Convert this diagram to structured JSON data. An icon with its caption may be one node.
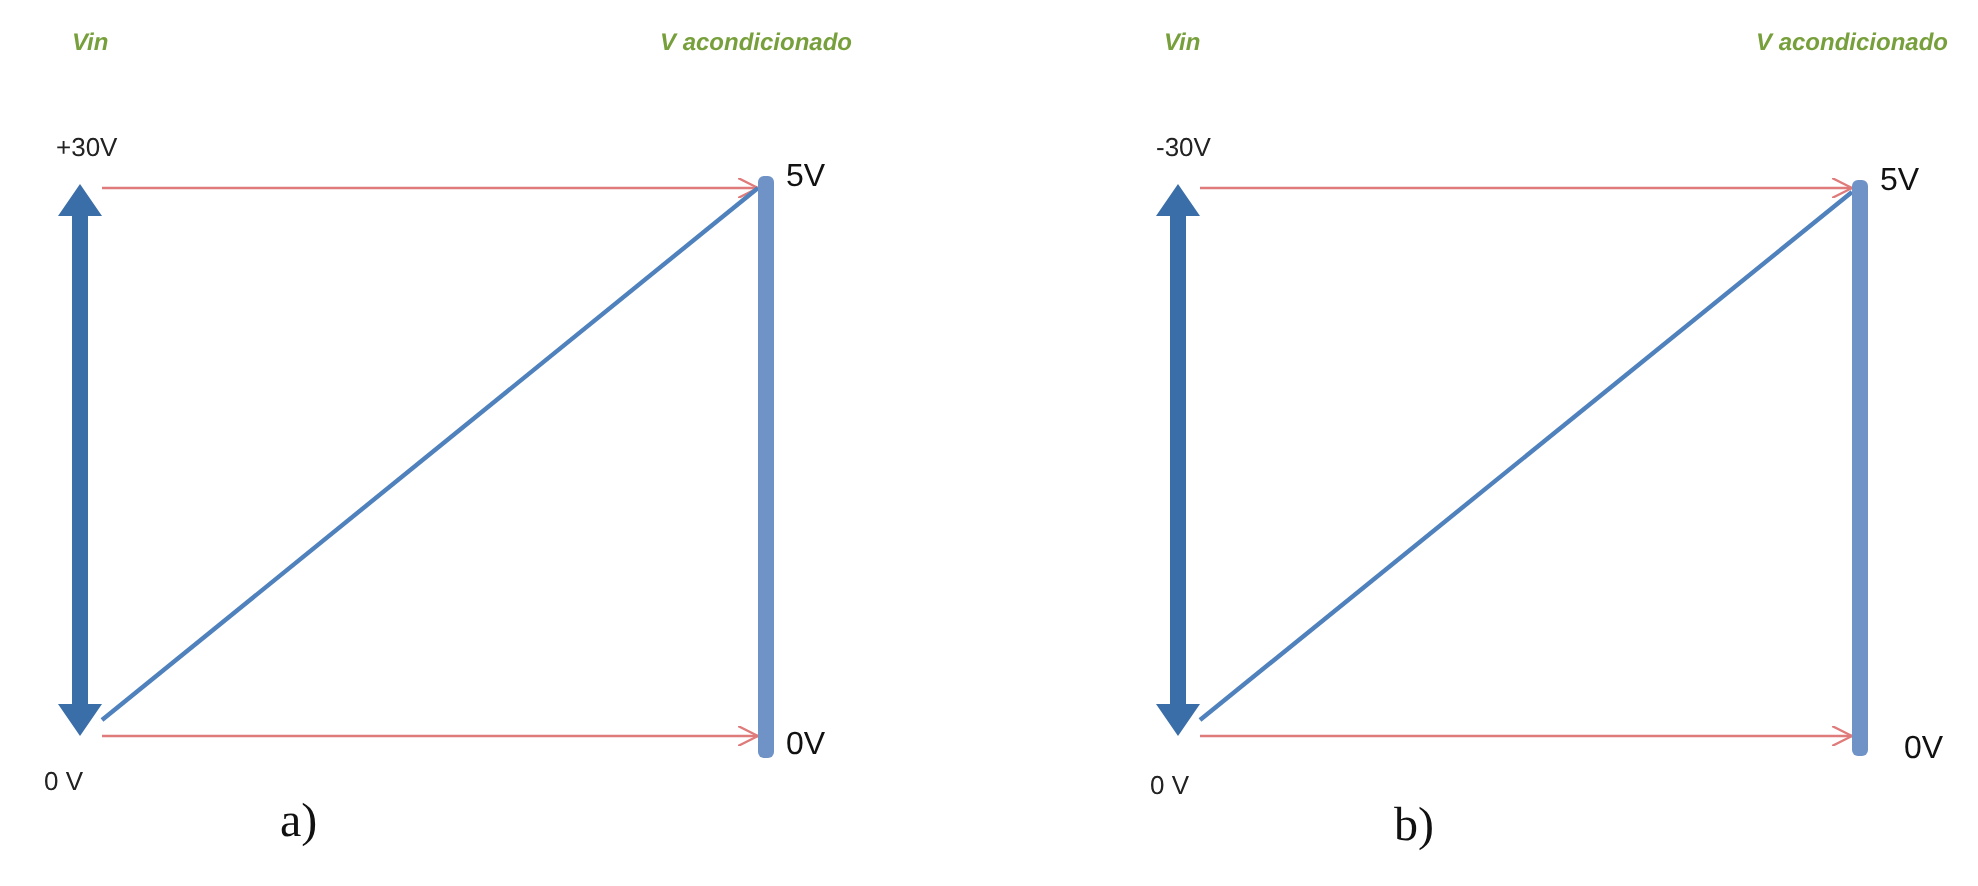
{
  "diagram": {
    "nodes": [
      {
        "text": [],
        "shape": "arrow"
      },
      {
        "text": [],
        "shape": "bar"
      },
      {
        "text": [],
        "shape": "arrow"
      },
      {
        "text": [],
        "shape": "bar"
      }
    ],
    "edges": [
      {
        "from": 0,
        "to": 1,
        "arrow": "to"
      },
      {
        "from": 0,
        "to": 1,
        "arrow": "none",
        "color": "#4f81bd"
      },
      {
        "from": 0,
        "to": 1,
        "arrow": "to"
      },
      {
        "from": 2,
        "to": 3,
        "arrow": "to"
      },
      {
        "from": 2,
        "to": 3,
        "arrow": "none",
        "color": "#4f81bd"
      },
      {
        "from": 2,
        "to": 3,
        "arrow": "to"
      }
    ],
    "labels": [
      "Vin",
      "V acondicionado",
      "+30V",
      "5V",
      "0 V",
      "0V",
      "a)",
      "Vin",
      "V acondicionado",
      "-30V",
      "5V",
      "0 V",
      "0V",
      "b)"
    ]
  }
}
